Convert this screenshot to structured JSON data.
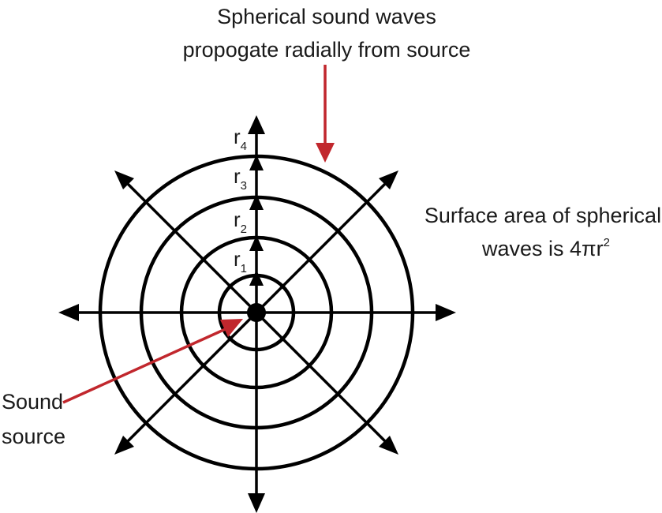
{
  "diagram": {
    "title_line1": "Spherical sound waves",
    "title_line2": "propogate radially from source",
    "surface_area_line1": "Surface area of spherical",
    "surface_area_line2_prefix": "waves is 4πr",
    "surface_area_exponent": "2",
    "sound_source_line1": "Sound",
    "sound_source_line2": "source",
    "radii": [
      {
        "letter": "r",
        "subscript": "1"
      },
      {
        "letter": "r",
        "subscript": "2"
      },
      {
        "letter": "r",
        "subscript": "3"
      },
      {
        "letter": "r",
        "subscript": "4"
      }
    ],
    "colors": {
      "lines": "#000000",
      "callout_arrows": "#c1272d",
      "text": "#1a1a1a"
    }
  }
}
